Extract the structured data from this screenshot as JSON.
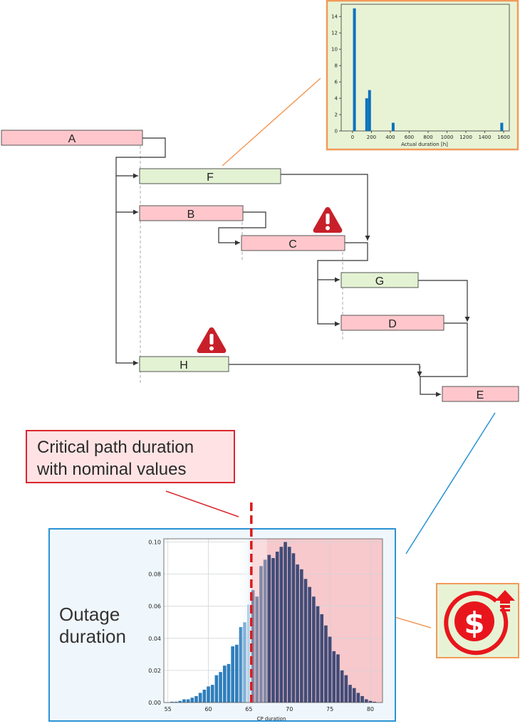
{
  "colors": {
    "critical_task": "#ffc7cc",
    "normal_task": "#e3f2d2",
    "alert": "#c8202a",
    "inset_border": "#f29a5a",
    "inset_bg": "#e8f3d5",
    "dist_border": "#2b93d4",
    "dist_bg": "#f0f7fc",
    "bar_blue": "#0b72bd",
    "dist_light": "#2f7ebc",
    "dist_dark": "#414c78",
    "critical_line": "#dd1a1a",
    "callout_border": "#d9262e",
    "callout_bg": "#ffe3e4",
    "cost_icon": "#e8161c"
  },
  "tasks": [
    {
      "id": "A",
      "label": "A",
      "critical": true
    },
    {
      "id": "F",
      "label": "F",
      "critical": false
    },
    {
      "id": "B",
      "label": "B",
      "critical": true
    },
    {
      "id": "C",
      "label": "C",
      "critical": true,
      "alert": true
    },
    {
      "id": "G",
      "label": "G",
      "critical": false
    },
    {
      "id": "D",
      "label": "D",
      "critical": true
    },
    {
      "id": "H",
      "label": "H",
      "critical": false,
      "alert": true
    },
    {
      "id": "E",
      "label": "E",
      "critical": true
    }
  ],
  "icons": {
    "warning": "warning-triangle-icon",
    "cost": "cost-increase-icon"
  },
  "callout": {
    "line1": "Critical path duration",
    "line2": "with nominal values"
  },
  "outage_label": {
    "line1": "Outage",
    "line2": "duration"
  },
  "chart_data": [
    {
      "type": "bar",
      "xlabel": "Actual duration [h]",
      "xticks": [
        "0",
        "200",
        "400",
        "600",
        "800",
        "1000",
        "1200",
        "1400",
        "1600"
      ],
      "yticks": [
        "0",
        "2",
        "4",
        "6",
        "8",
        "10",
        "12",
        "14"
      ],
      "xlim": [
        -120,
        1660
      ],
      "ylim": [
        0,
        15.5
      ],
      "bars": [
        {
          "x": 20,
          "value": 15
        },
        {
          "x": 150,
          "value": 4
        },
        {
          "x": 180,
          "value": 5
        },
        {
          "x": 430,
          "value": 1
        },
        {
          "x": 1580,
          "value": 1
        }
      ]
    },
    {
      "type": "bar",
      "xlabel": "CP duration",
      "xticks": [
        "55",
        "60",
        "65",
        "70",
        "75",
        "80"
      ],
      "yticks": [
        "0.00",
        "0.02",
        "0.04",
        "0.06",
        "0.08",
        "0.10"
      ],
      "xlim": [
        54.5,
        81.5
      ],
      "ylim": [
        0,
        0.102
      ],
      "grid": true,
      "nominal_cp_duration": 65.3,
      "bin_width": 0.5,
      "x": [
        55.5,
        56,
        56.5,
        57,
        57.5,
        58,
        58.5,
        59,
        59.5,
        60,
        60.5,
        61,
        61.5,
        62,
        62.5,
        63,
        63.5,
        64,
        64.5,
        65,
        65.5,
        66,
        66.5,
        67,
        67.5,
        68,
        68.5,
        69,
        69.5,
        70,
        70.5,
        71,
        71.5,
        72,
        72.5,
        73,
        73.5,
        74,
        74.5,
        75,
        75.5,
        76,
        76.5,
        77,
        77.5,
        78,
        78.5,
        79,
        79.5,
        80,
        80.5
      ],
      "values": [
        0.0005,
        0.0005,
        0.001,
        0.002,
        0.002,
        0.003,
        0.004,
        0.006,
        0.008,
        0.01,
        0.011,
        0.017,
        0.019,
        0.023,
        0.024,
        0.035,
        0.036,
        0.047,
        0.05,
        0.061,
        0.07,
        0.066,
        0.085,
        0.089,
        0.092,
        0.09,
        0.094,
        0.097,
        0.1,
        0.097,
        0.093,
        0.086,
        0.083,
        0.077,
        0.072,
        0.066,
        0.06,
        0.055,
        0.048,
        0.041,
        0.032,
        0.03,
        0.02,
        0.017,
        0.011,
        0.009,
        0.006,
        0.004,
        0.002,
        0.001,
        0.0005
      ]
    }
  ]
}
